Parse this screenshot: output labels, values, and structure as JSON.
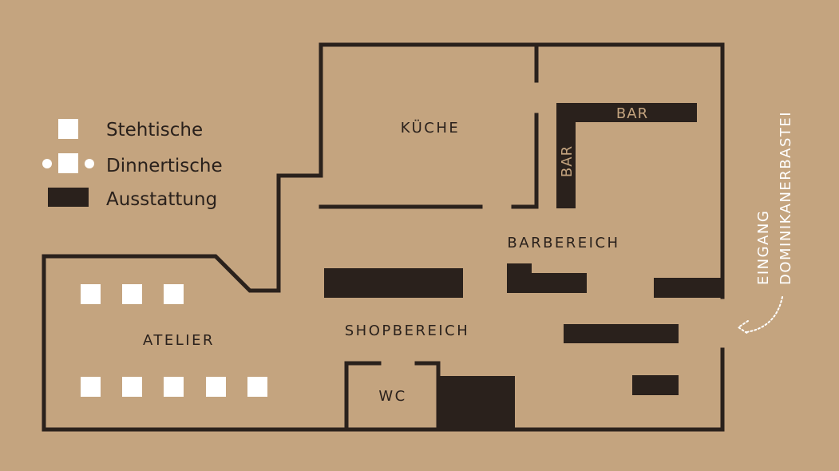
{
  "legend": {
    "standing_tables": "Stehtische",
    "dinner_tables": "Dinnertische",
    "furnishings": "Ausstattung"
  },
  "rooms": {
    "kitchen": "KÜCHE",
    "bar_area": "BARBEREICH",
    "shop_area": "SHOPBEREICH",
    "atelier": "ATELIER",
    "wc": "WC"
  },
  "bar": {
    "horizontal_label": "BAR",
    "vertical_label": "BAR"
  },
  "entrance": {
    "line1": "EINGANG",
    "line2": "DOMINIKANERBASTEI"
  },
  "colors": {
    "background": "#c4a47f",
    "walls": "#2a211c",
    "tables": "#ffffff"
  }
}
